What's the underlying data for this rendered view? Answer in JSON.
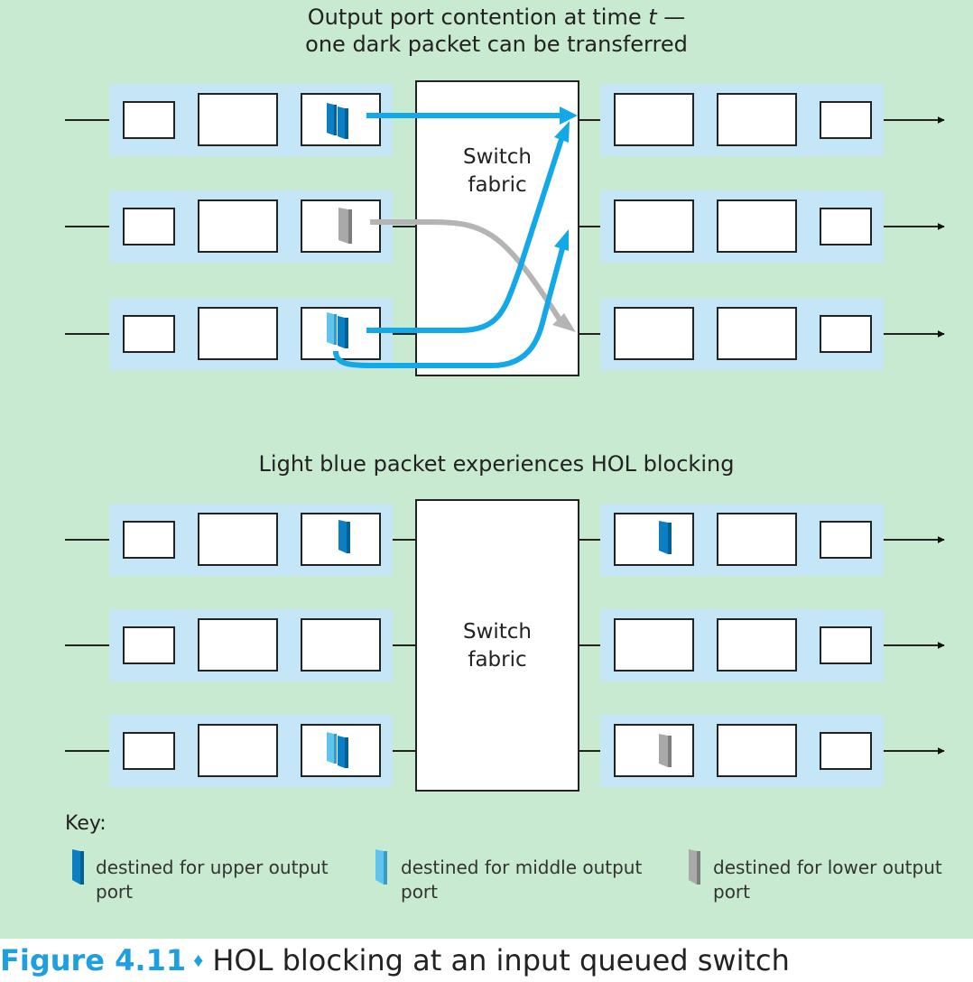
{
  "top": {
    "title_line1": "Output port contention at time t —",
    "title_line2": "one dark packet can be transferred",
    "fabric_line1": "Switch",
    "fabric_line2": "fabric"
  },
  "bottom": {
    "title": "Light blue packet experiences HOL blocking",
    "fabric_line1": "Switch",
    "fabric_line2": "fabric"
  },
  "key": {
    "title": "Key:",
    "items": [
      {
        "label": "destined for upper output port",
        "color": "#0a7fc4"
      },
      {
        "label": "destined for middle output port",
        "color": "#5fc4ee"
      },
      {
        "label": "destined for lower output port",
        "color": "#a9a9a9"
      }
    ]
  },
  "caption": {
    "label": "Figure 4.11",
    "separator": "♦",
    "text": "HOL blocking at an input queued switch"
  },
  "colors": {
    "background": "#c8ead0",
    "port_fill": "#c4e6f7",
    "dark_packet": "#0a7fc4",
    "light_packet": "#5fc4ee",
    "gray_packet": "#a9a9a9",
    "arrow_blue": "#13a8e8",
    "arrow_gray": "#b4b4b4"
  }
}
